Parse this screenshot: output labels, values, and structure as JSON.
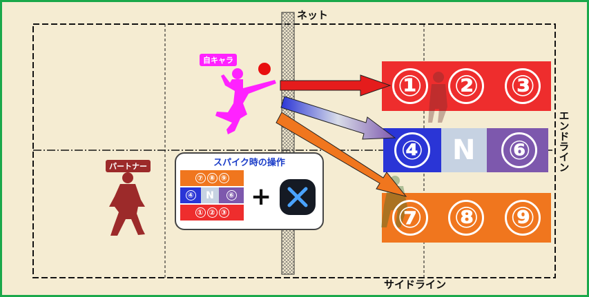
{
  "labels": {
    "net": "ネット",
    "endline": "エンドライン",
    "sideline": "サイドライン",
    "self_char": "自キャラ",
    "partner": "パートナー"
  },
  "zones": {
    "row_top": [
      "①",
      "②",
      "③"
    ],
    "row_mid": [
      "④",
      "N",
      "⑥"
    ],
    "row_bot": [
      "⑦",
      "⑧",
      "⑨"
    ]
  },
  "control": {
    "title": "スパイク時の操作",
    "plus": "+",
    "mini_row1": [
      "⑦",
      "⑧",
      "⑨"
    ],
    "mini_row2": [
      "④",
      "N",
      "⑥"
    ],
    "mini_row3": [
      "①",
      "②",
      "③"
    ],
    "button_icon": "x-button-icon"
  },
  "colors": {
    "background": "#f5ecd2",
    "border": "#1aa84a",
    "zone_red": "#ee2d2d",
    "zone_blue": "#2a35d6",
    "zone_gray": "#c6d2e2",
    "zone_purple": "#7d58ad",
    "zone_orange": "#f0761e",
    "self_char": "#ff22ff",
    "partner": "#9c2a2a"
  }
}
